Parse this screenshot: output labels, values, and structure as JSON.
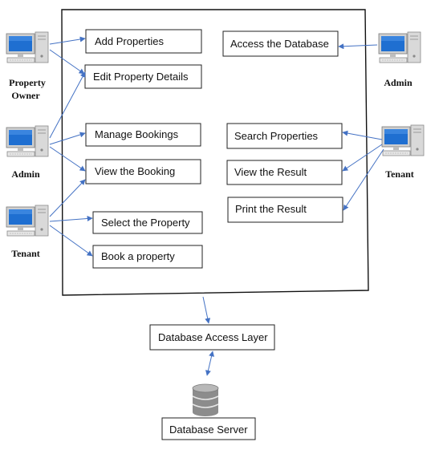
{
  "diagram": {
    "actors": {
      "property_owner_label_line1": "Property",
      "property_owner_label_line2": "Owner",
      "admin_left_label": "Admin",
      "tenant_left_label": "Tenant",
      "admin_right_label": "Admin",
      "tenant_right_label": "Tenant"
    },
    "use_cases": {
      "add_properties": "Add Properties",
      "edit_property_details": "Edit Property Details",
      "manage_bookings": "Manage Bookings",
      "view_the_booking": "View the Booking",
      "select_the_property": "Select the Property",
      "book_a_property": "Book a property",
      "access_the_database": "Access the Database",
      "search_properties": "Search Properties",
      "view_the_result": "View the Result",
      "print_the_result": "Print the Result"
    },
    "infrastructure": {
      "database_access_layer": "Database Access Layer",
      "database_server": "Database Server"
    },
    "icons": {
      "actor_icon": "desktop-computer-icon",
      "database_icon": "database-cylinder-icon"
    },
    "colors": {
      "arrow": "#4472c4",
      "monitor_screen": "#1f6fd1",
      "computer_body": "#d9d9d9",
      "database": "#8c8c8c"
    }
  }
}
